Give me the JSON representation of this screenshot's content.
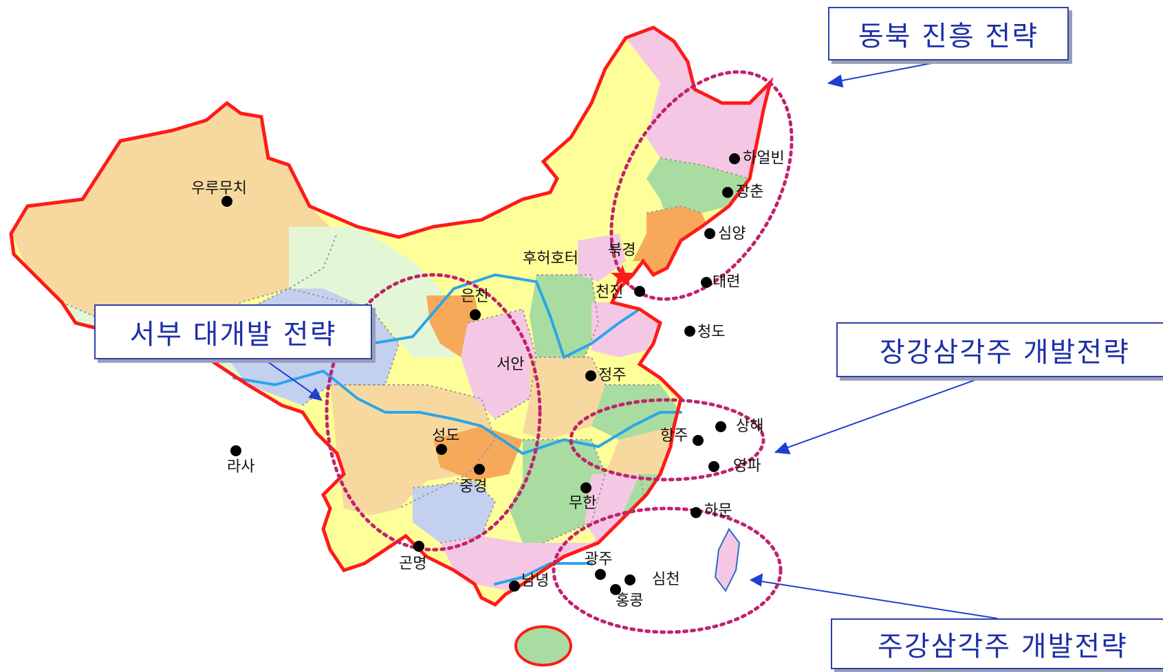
{
  "callouts": {
    "northeast": "동북 진흥 전략",
    "west": "서부 대개발 전략",
    "yangtze": "장강삼각주 개발전략",
    "pearl": "주강삼각주 개발전략"
  },
  "cities": {
    "urumqi": "우루무치",
    "lhasa": "라사",
    "harbin": "하얼빈",
    "changchun": "장춘",
    "shenyang": "심양",
    "dalian": "대련",
    "hohhot": "후허호터",
    "beijing": "북경",
    "tianjin": "천진",
    "qingdao": "청도",
    "yinchuan": "은천",
    "xian": "서안",
    "zhengzhou": "정주",
    "chengdu": "성도",
    "chongqing": "중경",
    "shanghai": "상해",
    "hangzhou": "항주",
    "ningbo": "영파",
    "wuhan": "무한",
    "xiamen": "하문",
    "kunming": "곤명",
    "guangzhou": "광주",
    "shenzhen": "심천",
    "hongkong": "홍콩",
    "nanning": "남녕"
  },
  "colors": {
    "border": "#ff1a1a",
    "river": "#2aa6e8",
    "ellipse": "#c0246e",
    "callout_text": "#1d2fa8",
    "callout_border": "#2f3fb0",
    "xinjiang": "#f7d9a0",
    "tibet": "#e3f7d6",
    "yellow": "#ffff99",
    "pink": "#f4c8e4",
    "green": "#a8dca0",
    "orange": "#f7a95a",
    "blue": "#c4d0f0"
  }
}
